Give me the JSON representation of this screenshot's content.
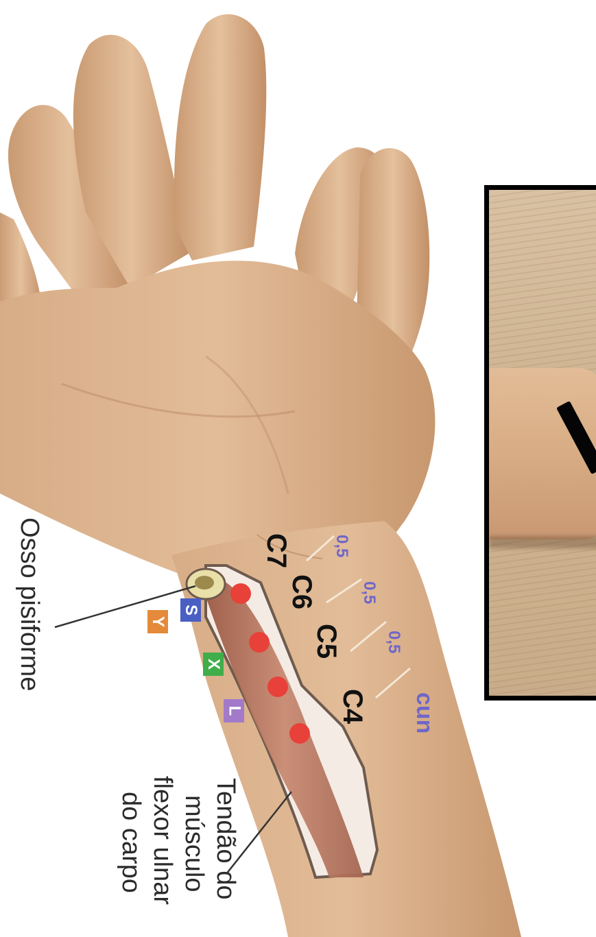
{
  "labels": {
    "osso": "Osso pisiforme",
    "tendao_lines": [
      "Tendão do",
      "músculo",
      "flexor ulnar",
      "do carpo"
    ],
    "c7": "C7",
    "c6": "C6",
    "c5": "C5",
    "c4": "C4",
    "m1": "0,5",
    "m2": "0,5",
    "m3": "0,5",
    "cun": "cun"
  },
  "badges": [
    {
      "letter": "S",
      "color": "#4a5fc4"
    },
    {
      "letter": "Y",
      "color": "#e48a3a"
    },
    {
      "letter": "X",
      "color": "#3fae4a"
    },
    {
      "letter": "L",
      "color": "#a27ac9"
    }
  ],
  "colors": {
    "skin": "#dcb48e",
    "skin_dark": "#b98a63",
    "acupoint": "#e8413a",
    "tendon": "#b0705a"
  }
}
